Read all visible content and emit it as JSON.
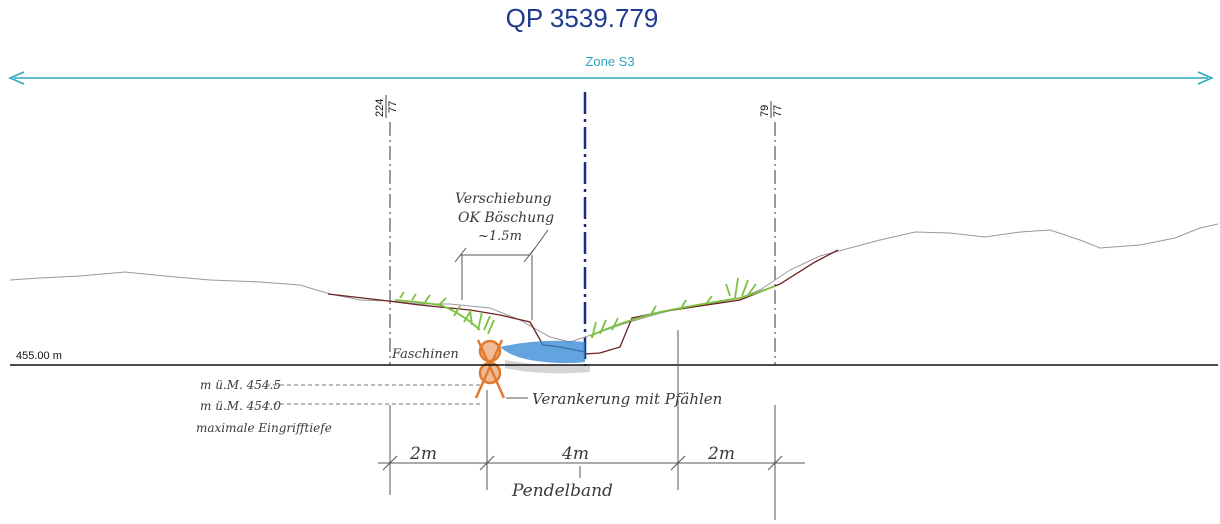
{
  "title": "QP 3539.779",
  "zone": {
    "label": "Zone S3"
  },
  "reference_level": {
    "label": "455.00 m"
  },
  "stations": [
    {
      "top": "224",
      "bottom": "77"
    },
    {
      "top": "79",
      "bottom": "77"
    }
  ],
  "annotations": {
    "shift_line1": "Verschiebung",
    "shift_line2": "OK Böschung",
    "shift_line3": "~1.5m",
    "fascine": "Faschinen",
    "anchoring": "Verankerung mit Pfählen",
    "level_1": "m ü.M. 454.5",
    "level_2": "m ü.M. 454.0",
    "max_depth": "maximale Eingrifftiefe",
    "dim_left": "2m",
    "dim_center": "4m",
    "dim_right": "2m",
    "band": "Pendelband"
  },
  "colors": {
    "title": "#1f3b8f",
    "zone": "#2aa6c2",
    "axis": "#1b2f80",
    "terrain": "#9a9a9a",
    "design_line": "#6e2020",
    "vegetation": "#7bc142",
    "water": "#2f86d6",
    "fascine": "#e07a2e",
    "ground_line": "#111111",
    "station_line": "#333333",
    "pencil": "#555555"
  }
}
